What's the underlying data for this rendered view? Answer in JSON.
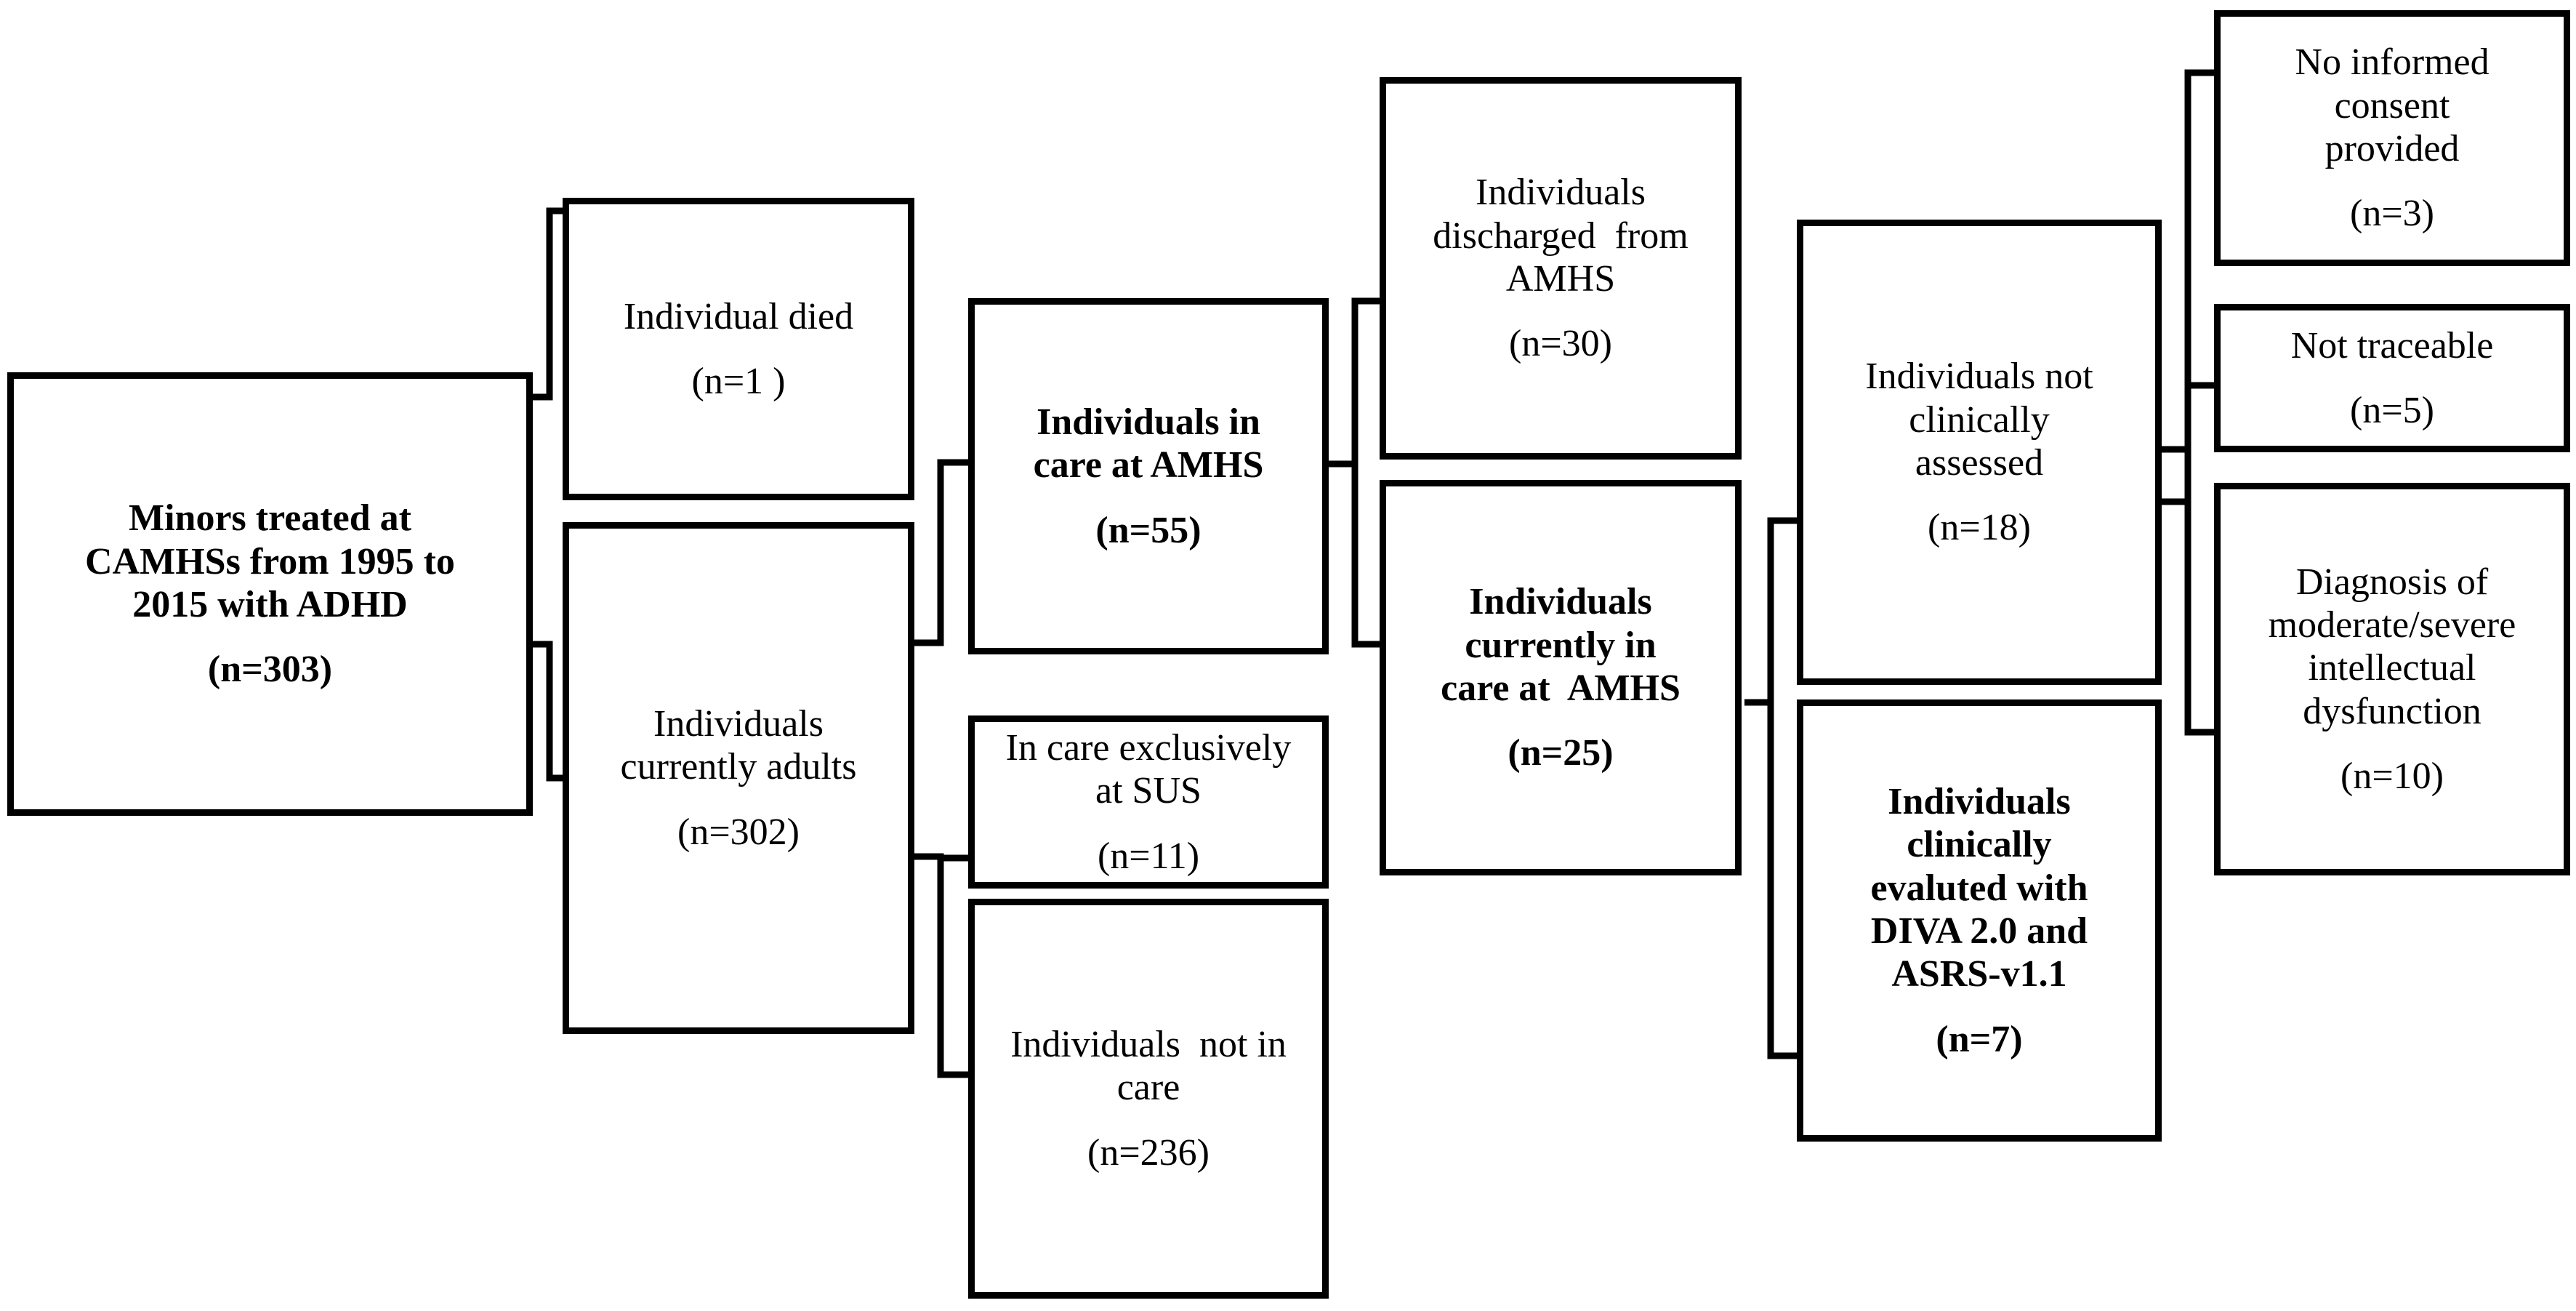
{
  "diagram": {
    "type": "flowchart",
    "orientation": "left-to-right",
    "title": "",
    "background_color": "#ffffff",
    "line_color": "#000000",
    "text_color": "#000000",
    "nodes": [
      {
        "id": "root",
        "column": 1,
        "bold": true,
        "lines": [
          "Minors treated at",
          "CAMHSs from 1995 to",
          "2015 with ADHD"
        ],
        "count": "(n=303)"
      },
      {
        "id": "died",
        "column": 2,
        "bold": false,
        "lines": [
          "Individual died"
        ],
        "count": "(n=1 )"
      },
      {
        "id": "adults",
        "column": 2,
        "bold": false,
        "lines": [
          "Individuals",
          "currently adults"
        ],
        "count": "(n=302)"
      },
      {
        "id": "in-care-amhs",
        "column": 3,
        "bold": true,
        "lines": [
          "Individuals in",
          "care at AMHS"
        ],
        "count": "(n=55)"
      },
      {
        "id": "sus-only",
        "column": 3,
        "bold": false,
        "lines": [
          "In care exclusively",
          "at SUS"
        ],
        "count": "(n=11)"
      },
      {
        "id": "not-in-care",
        "column": 3,
        "bold": false,
        "lines": [
          "Individuals  not in",
          "care"
        ],
        "count": "(n=236)"
      },
      {
        "id": "discharged",
        "column": 4,
        "bold": false,
        "lines": [
          "Individuals",
          "discharged  from",
          "AMHS"
        ],
        "count": "(n=30)"
      },
      {
        "id": "currently-in-care",
        "column": 4,
        "bold": true,
        "lines": [
          "Individuals",
          "currently in",
          "care at  AMHS"
        ],
        "count": "(n=25)"
      },
      {
        "id": "not-assessed",
        "column": 5,
        "bold": false,
        "lines": [
          "Individuals not",
          "clinically",
          "assessed"
        ],
        "count": "(n=18)"
      },
      {
        "id": "evaluated",
        "column": 5,
        "bold": true,
        "lines": [
          "Individuals",
          "clinically",
          "evaluted with",
          "DIVA 2.0 and",
          "ASRS-v1.1"
        ],
        "count": "(n=7)"
      },
      {
        "id": "no-consent",
        "column": 6,
        "bold": false,
        "lines": [
          "No informed",
          "consent",
          "provided"
        ],
        "count": "(n=3)"
      },
      {
        "id": "not-traceable",
        "column": 6,
        "bold": false,
        "lines": [
          "Not traceable"
        ],
        "count": "(n=5)"
      },
      {
        "id": "intellectual",
        "column": 6,
        "bold": false,
        "lines": [
          "Diagnosis of",
          "moderate/severe",
          "intellectual",
          "dysfunction"
        ],
        "count": "(n=10)"
      }
    ],
    "edges": [
      {
        "from": "root",
        "to": "died"
      },
      {
        "from": "root",
        "to": "adults"
      },
      {
        "from": "adults",
        "to": "in-care-amhs"
      },
      {
        "from": "adults",
        "to": "sus-only"
      },
      {
        "from": "adults",
        "to": "not-in-care"
      },
      {
        "from": "in-care-amhs",
        "to": "discharged"
      },
      {
        "from": "in-care-amhs",
        "to": "currently-in-care"
      },
      {
        "from": "currently-in-care",
        "to": "not-assessed"
      },
      {
        "from": "currently-in-care",
        "to": "evaluated"
      },
      {
        "from": "not-assessed",
        "to": "no-consent"
      },
      {
        "from": "not-assessed",
        "to": "not-traceable"
      },
      {
        "from": "not-assessed",
        "to": "intellectual"
      }
    ]
  }
}
